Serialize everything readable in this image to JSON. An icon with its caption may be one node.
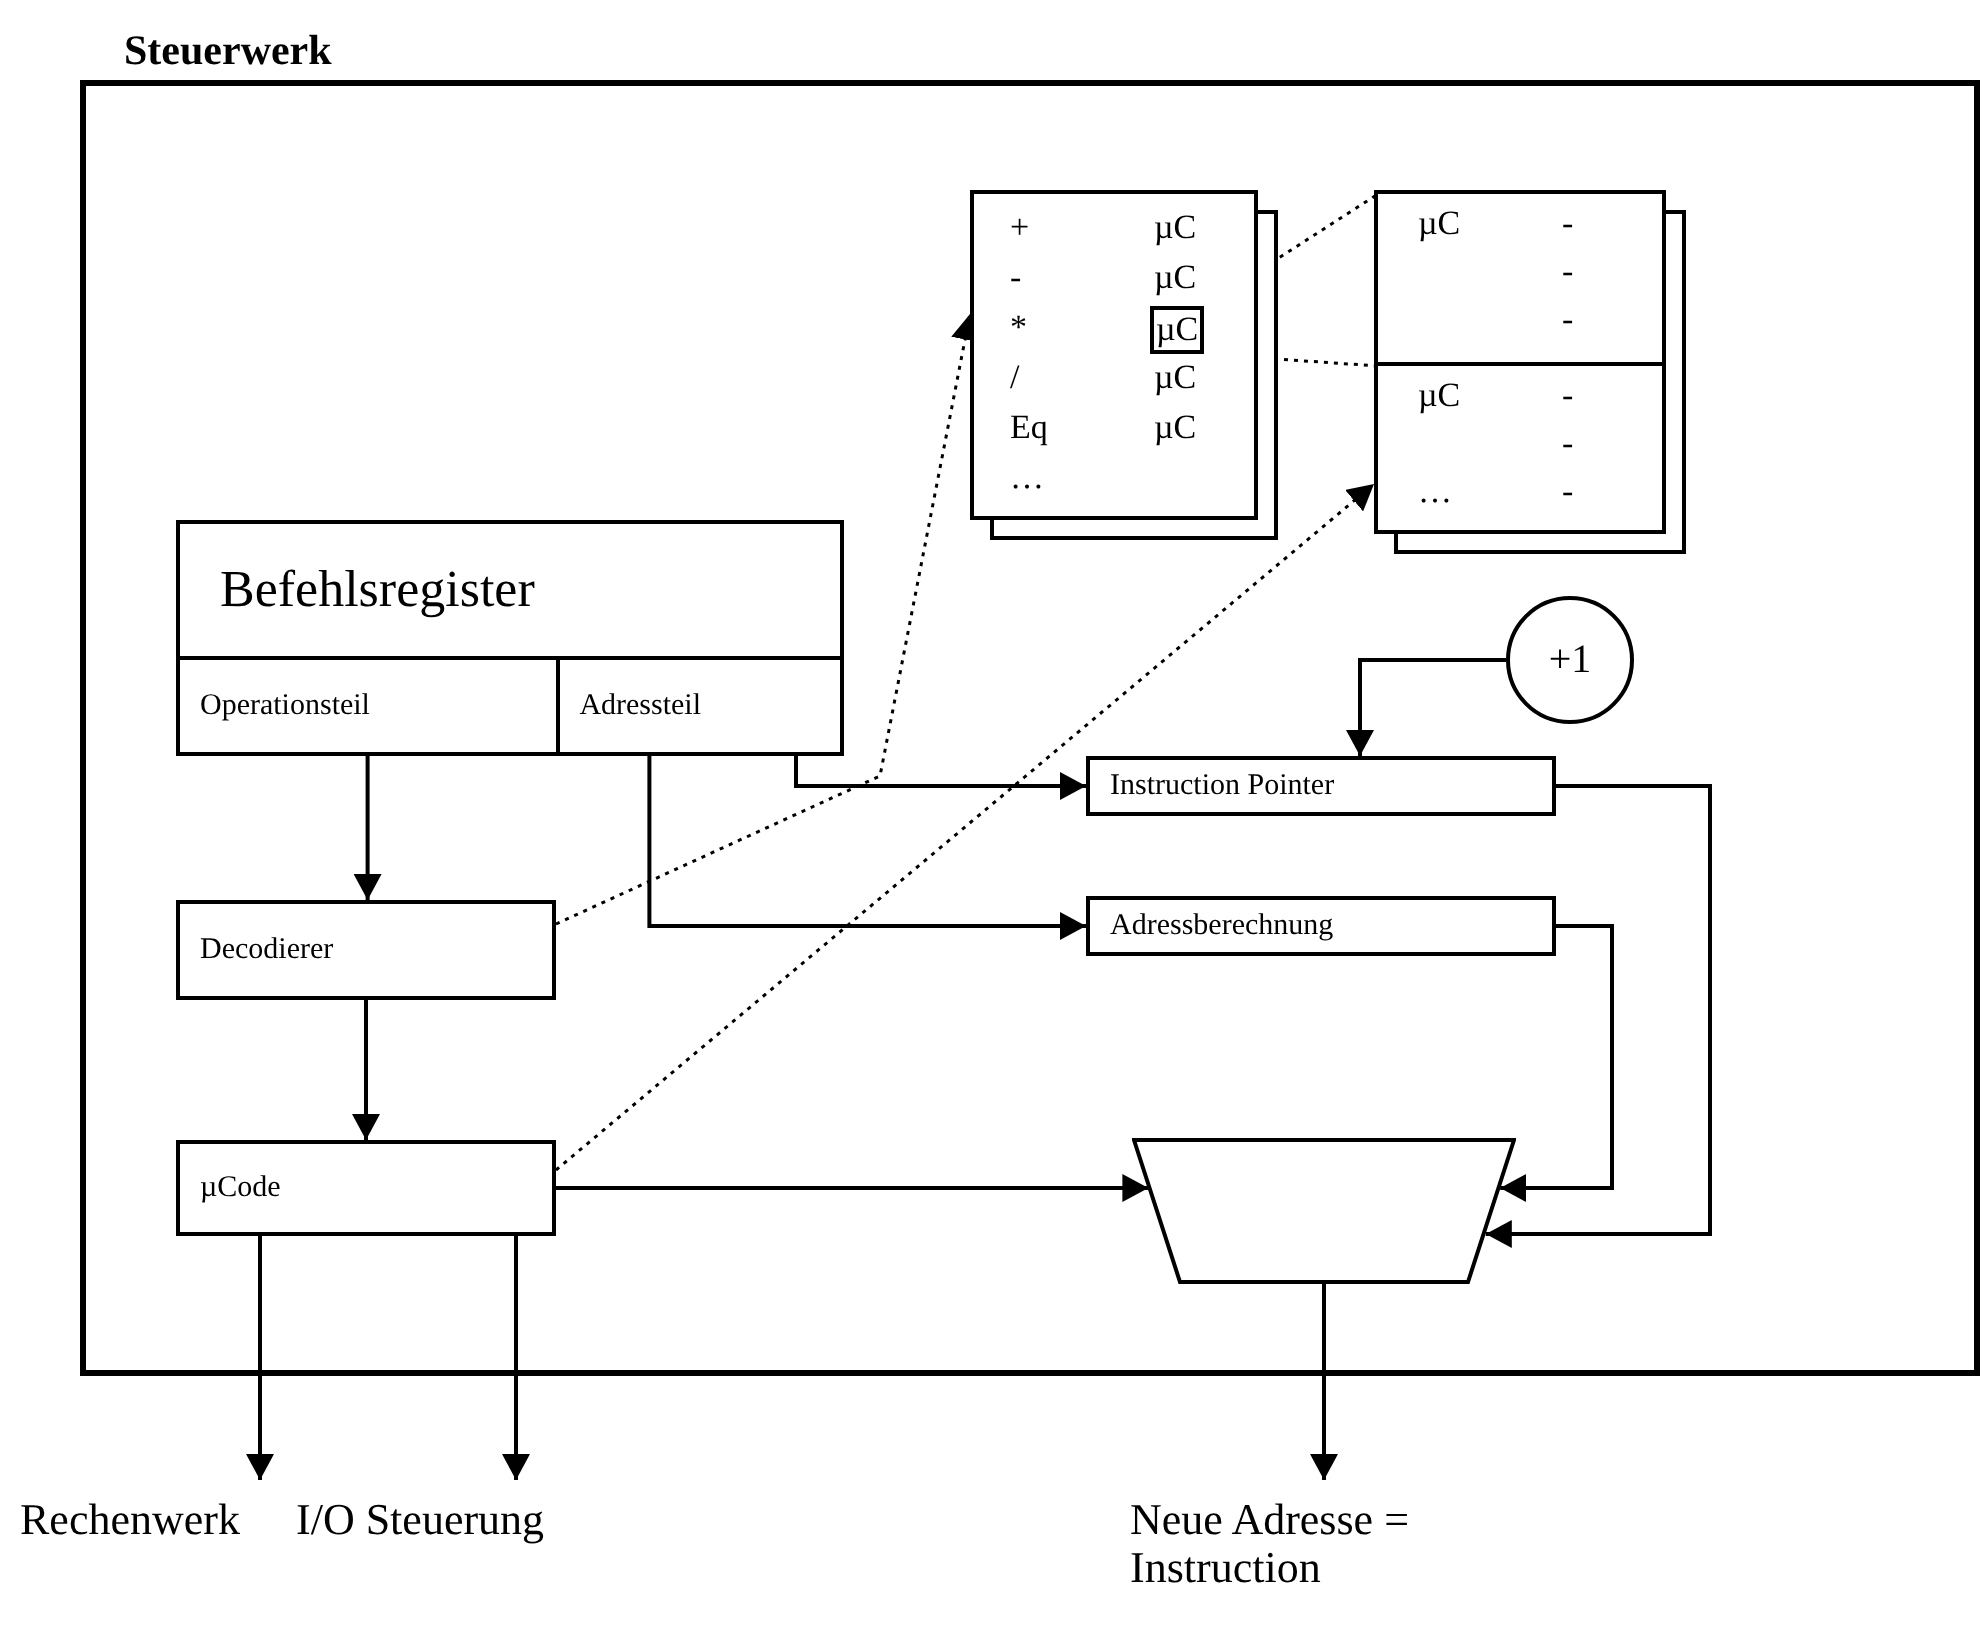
{
  "diagram": {
    "nodes": [
      {
        "text": [
          "Steuerwerk"
        ]
      },
      {
        "text": [
          "Befehlsregister"
        ],
        "in": 0
      },
      {
        "text": [
          "Operationsteil"
        ],
        "in": 1
      },
      {
        "text": [
          "Adressteil"
        ],
        "in": 1
      },
      {
        "text": [
          "Decodierer"
        ],
        "in": 0
      },
      {
        "text": [
          "µCode"
        ],
        "in": 0
      },
      {
        "text": [
          "+",
          "µC",
          "-",
          "µC",
          "*",
          "/",
          "µC",
          "Eq",
          "µC",
          "…"
        ],
        "in": 0
      },
      {
        "text": [
          "µC"
        ],
        "in": 6
      },
      {
        "text": [],
        "shape": "document",
        "in": 0
      },
      {
        "text": [
          "µC",
          "-",
          "-",
          "-"
        ],
        "in": 8
      },
      {
        "text": [
          "µC",
          "-",
          "-",
          "…",
          "-"
        ],
        "in": 8
      },
      {
        "text": [
          "+1"
        ],
        "in": 0
      },
      {
        "text": [
          "Instruction Pointer"
        ],
        "in": 0
      },
      {
        "text": [
          "Adressberechnung"
        ],
        "in": 0
      },
      {
        "text": [],
        "shape": "trapezoid",
        "in": 0
      },
      {
        "text": [
          "Rechenwerk"
        ]
      },
      {
        "text": [
          "I/O Steuerung"
        ]
      },
      {
        "text": [
          "Neue Adresse = Instruction"
        ]
      }
    ],
    "edges": [
      {
        "from": 2,
        "to": 4,
        "arrow": "to"
      },
      {
        "from": 4,
        "to": 5,
        "arrow": "to"
      },
      {
        "from": 4,
        "to": 6,
        "arrow": "to",
        "style": "dashed"
      },
      {
        "from": 5,
        "to": 8,
        "arrow": "to",
        "style": "dashed"
      },
      {
        "from": 3,
        "to": 12,
        "arrow": "to"
      },
      {
        "from": 3,
        "to": 13,
        "arrow": "to"
      },
      {
        "from": 11,
        "to": 12,
        "arrow": "to"
      },
      {
        "from": 12,
        "to": 14,
        "arrow": "to"
      },
      {
        "from": 13,
        "to": 14,
        "arrow": "to"
      },
      {
        "from": 5,
        "to": 14,
        "arrow": "to"
      },
      {
        "from": 5,
        "to": 15,
        "arrow": "to"
      },
      {
        "from": 5,
        "to": 16,
        "arrow": "to"
      },
      {
        "from": 14,
        "to": 17,
        "arrow": "to"
      },
      {
        "from": 7,
        "to": 9,
        "arrow": "none",
        "style": "dashed"
      },
      {
        "from": 7,
        "to": 9,
        "arrow": "none",
        "style": "dashed"
      }
    ]
  }
}
